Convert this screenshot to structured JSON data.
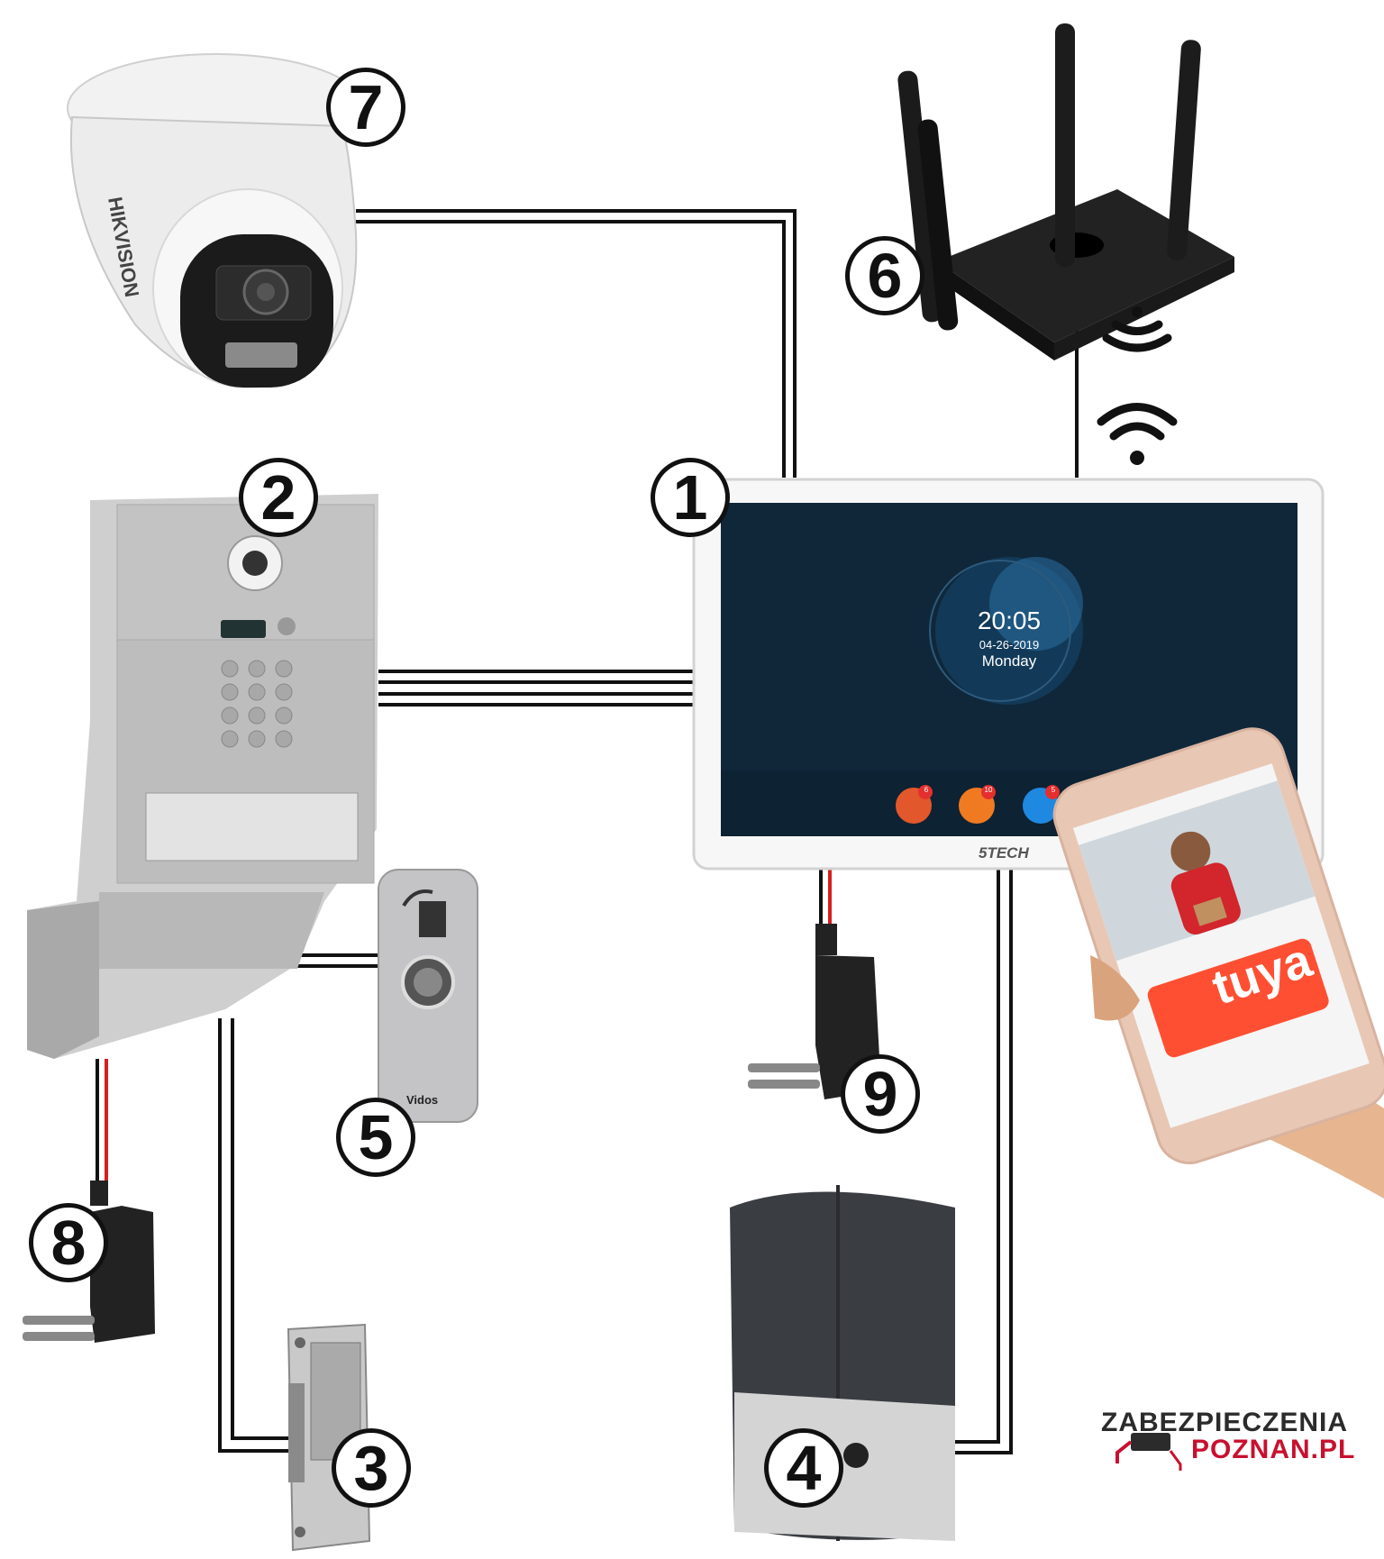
{
  "badges": [
    "1",
    "2",
    "3",
    "4",
    "5",
    "6",
    "7",
    "8",
    "9"
  ],
  "monitor": {
    "time": "20:05",
    "date": "04-26-2019",
    "weekday": "Monday",
    "brand": "5TECH",
    "app_counts": [
      "6",
      "10",
      "5"
    ]
  },
  "exit_button_brand": "Vidos",
  "phone_app": "tuya",
  "logo": {
    "line1": "ZABEZPIECZENIA",
    "line2": "POZNAN.PL"
  },
  "colors": {
    "wire": "#111111",
    "power_wire": "#d81e1e",
    "screen": "#0f2a3d"
  }
}
